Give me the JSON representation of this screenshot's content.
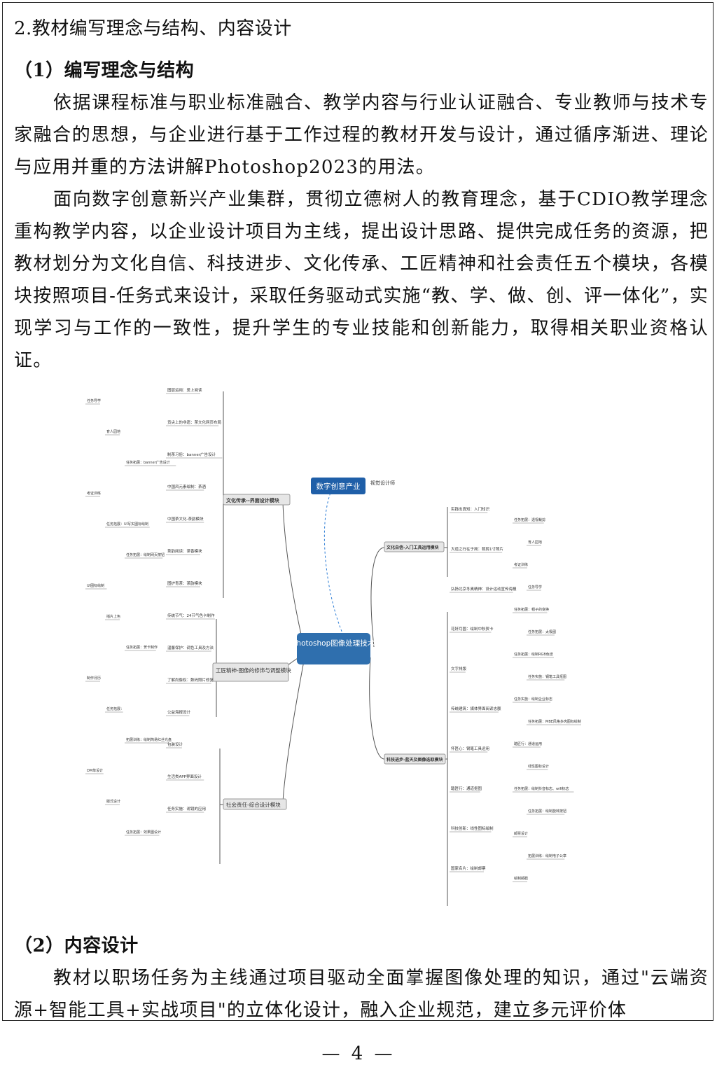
{
  "section_title": "2.教材编写理念与结构、内容设计",
  "subsection1": "（1）编写理念与结构",
  "para1": "依据课程标准与职业标准融合、教学内容与行业认证融合、专业教师与技术专家融合的思想，与企业进行基于工作过程的教材开发与设计，通过循序渐进、理论与应用并重的方法讲解Photoshop2023的用法。",
  "para2": "面向数字创意新兴产业集群，贯彻立德树人的教育理念，基于CDIO教学理念重构教学内容，以企业设计项目为主线，提出设计思路、提供完成任务的资源，把教材划分为文化自信、科技进步、文化传承、工匠精神和社会责任五个模块，各模块按照项目-任务式来设计，采取任务驱动式实施“教、学、做、创、评一体化”，实现学习与工作的一致性，提升学生的专业技能和创新能力，取得相关职业资格认证。",
  "subsection2": "（2）内容设计",
  "para3": "教材以职场任务为主线通过项目驱动全面掌握图像处理的知识，通过\"云端资源+智能工具+实战项目\"的立体化设计，融入企业规范，建立多元评价体",
  "page_number": "— 4 —",
  "mindmap": {
    "center": "photoshop图像处理技术",
    "industry": "数字创意产业",
    "industry_role": "视觉设计师",
    "branches": {
      "culture_heritage": "文化传承--界面设计模块",
      "craftsman": "工匠精神-图像的修饰与调整模块",
      "social": "社会责任-综合设计模块",
      "confidence": "文化自信-入门工具运用模块",
      "tech": "科技进步-蓝天及图像选取模块"
    },
    "left_items": [
      "图层运用：爱上阅读",
      "贡尖上的非遗：茶文化网页布局",
      "制茶习俗：banner广告设计",
      "中国风元素绘制：茶酒",
      "中国茶文化-茶韵模块",
      "茶韵阅读：茶香模块",
      "图护青茶：茶韵模块",
      "传统节气：24节气色卡制作",
      "温馨保护：调色工具及方法",
      "了解尚像权：数码照片修复",
      "公益海报设计",
      "包装设计",
      "生活类APP界面设计",
      "任务实施：滤镜的应用"
    ],
    "left_leaves": [
      "任务导学",
      "育人园地",
      "任务拓展：banner广告设计",
      "考证训练",
      "任务拓展：UI写实图标绘制",
      "任务拓展：绘制网页按钮",
      "UI图标绘制",
      "插片上色",
      "任务拓展：贺卡制作",
      "制作月历",
      "任务拓展：",
      "拓展训练：绘制简易红丝光盘",
      "DM单设计",
      "版式设计",
      "任务拓展：效果图设计"
    ],
    "right_items": [
      "实践出真知：入门知识",
      "大道之行在于简：裁剪1寸照片",
      "弘扬北京冬奥精神：设计运动宣传海报",
      "花好月圆：绘制中秋贺卡",
      "文字排版",
      "传统建筑：媒体界面阅读志额",
      "怀匠心：钢笔工具运用",
      "踏匠行：通道抠图",
      "科技创新：线性图标绘制",
      "国家名片：绘制邮票"
    ],
    "right_leaves": [
      "任务拓展：透视裁剪",
      "育人园地",
      "考证训练",
      "任务导学",
      "任务拓展：帽子的变换",
      "任务拓展：太极图",
      "任务拓展：绘制RGB色谱",
      "任务实施：钢笔工具抠图",
      "任务实施：绘制企业标志",
      "任务拓展：MBE风格多肉图标绘制",
      "踏匠行：通道运用",
      "线性图标设计",
      "任务拓展：绘制抖音标志、wifi标志",
      "任务拓展：绘制旋转按钮",
      "邮票设计",
      "拓展训练：绘制电子公章",
      "绘制邮戳"
    ]
  }
}
